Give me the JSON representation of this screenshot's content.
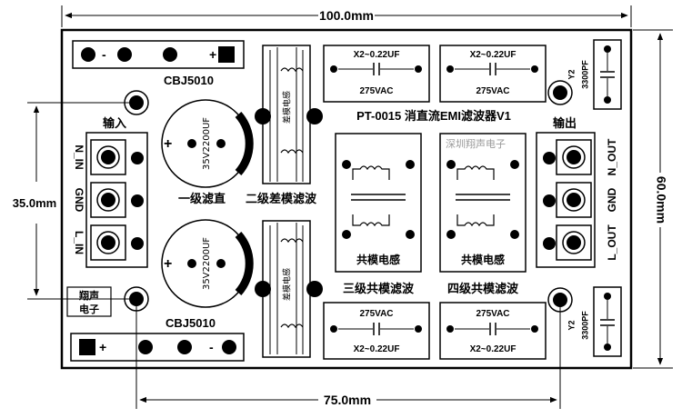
{
  "dimensions": {
    "width": "100.0mm",
    "height": "60.0mm",
    "hole_pitch_x": "75.0mm",
    "hole_pitch_y": "35.0mm"
  },
  "board": {
    "title": "PT-0015 消直流EMI滤波器V1",
    "watermark": "深圳翔声电子",
    "logo_line1": "翔声",
    "logo_line2": "电子"
  },
  "bridges": {
    "top_label": "CBJ5010",
    "bottom_label": "CBJ5010",
    "minus": "-",
    "plus": "+"
  },
  "caps": {
    "label": "35V2200UF",
    "plus": "+",
    "stage_label": "一级滤直"
  },
  "diff_mode": {
    "inductor_label": "差模电感",
    "stage_label": "二级差模滤波"
  },
  "x2_caps": {
    "value": "X2~0.22UF",
    "voltage": "275VAC"
  },
  "y2_caps": {
    "type": "Y2",
    "value": "3300PF"
  },
  "common_mode": {
    "inductor_label": "共模电感",
    "stage3_label": "三级共模滤波",
    "stage4_label": "四级共模滤波"
  },
  "input": {
    "title": "输入",
    "pins": [
      "N_IN",
      "GND",
      "L_IN"
    ]
  },
  "output": {
    "title": "输出",
    "pins": [
      "N_OUT",
      "GND",
      "L_OUT"
    ]
  }
}
